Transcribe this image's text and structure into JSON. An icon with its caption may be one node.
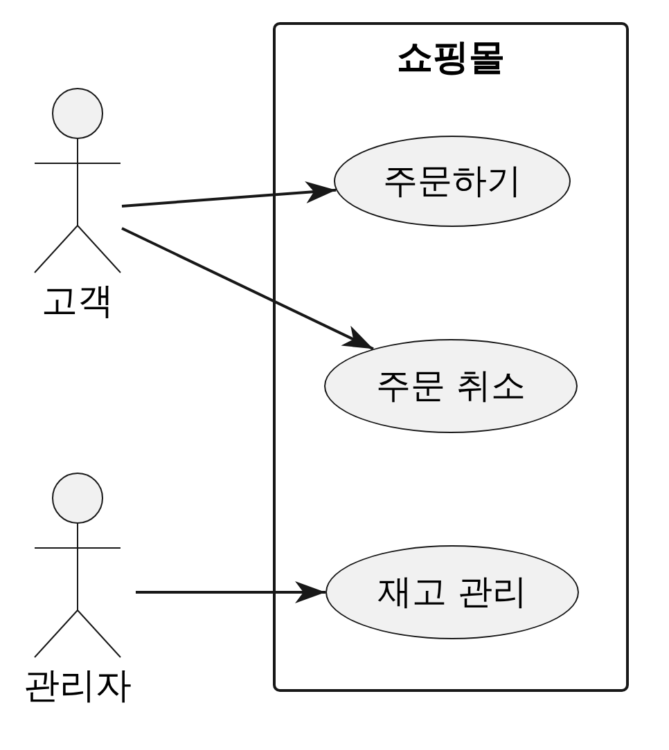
{
  "diagram": {
    "nodes": [
      {
        "text": [
          "고객"
        ]
      },
      {
        "text": [
          "쇼핑몰"
        ]
      },
      {
        "text": [
          "주문하기"
        ],
        "in": 1
      },
      {
        "text": [
          "주문 취소"
        ],
        "in": 1
      },
      {
        "text": [
          "재고 관리"
        ],
        "in": 1
      },
      {
        "text": [
          "관리자"
        ]
      }
    ],
    "edges": [
      {
        "from": 0,
        "to": 2,
        "arrow": "to"
      },
      {
        "from": 0,
        "to": 3,
        "arrow": "to"
      },
      {
        "from": 5,
        "to": 4,
        "arrow": "to"
      }
    ]
  }
}
